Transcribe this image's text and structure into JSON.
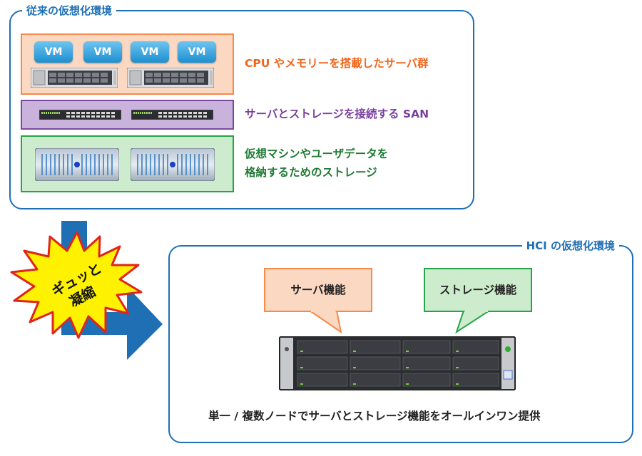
{
  "traditional": {
    "title": "従来の仮想化環境",
    "vm_label": "VM",
    "server_label": "CPU やメモリーを搭載したサーバ群",
    "san_label": "サーバとストレージを接続する SAN",
    "storage_label_line1": "仮想マシンやユーザデータを",
    "storage_label_line2": "格納するためのストレージ"
  },
  "burst_label_line1": "ギュッと",
  "burst_label_line2": "凝縮",
  "hci": {
    "title": "HCI の仮想化環境",
    "server_bubble": "サーバ機能",
    "storage_bubble": "ストレージ機能",
    "caption": "単一 / 複数ノードでサーバとストレージ機能をオールインワン提供"
  },
  "colors": {
    "panel_border": "#1f6fb5",
    "server_tier": "#f58a4a",
    "server_fill": "#fbd8c2",
    "san_tier": "#7a4a9c",
    "san_fill": "#c9b3dc",
    "storage_tier": "#27a34b",
    "storage_fill": "#cdeccd",
    "arrow": "#1f6fb5",
    "burst_fill": "#fff200",
    "burst_stroke": "#e0241b"
  }
}
